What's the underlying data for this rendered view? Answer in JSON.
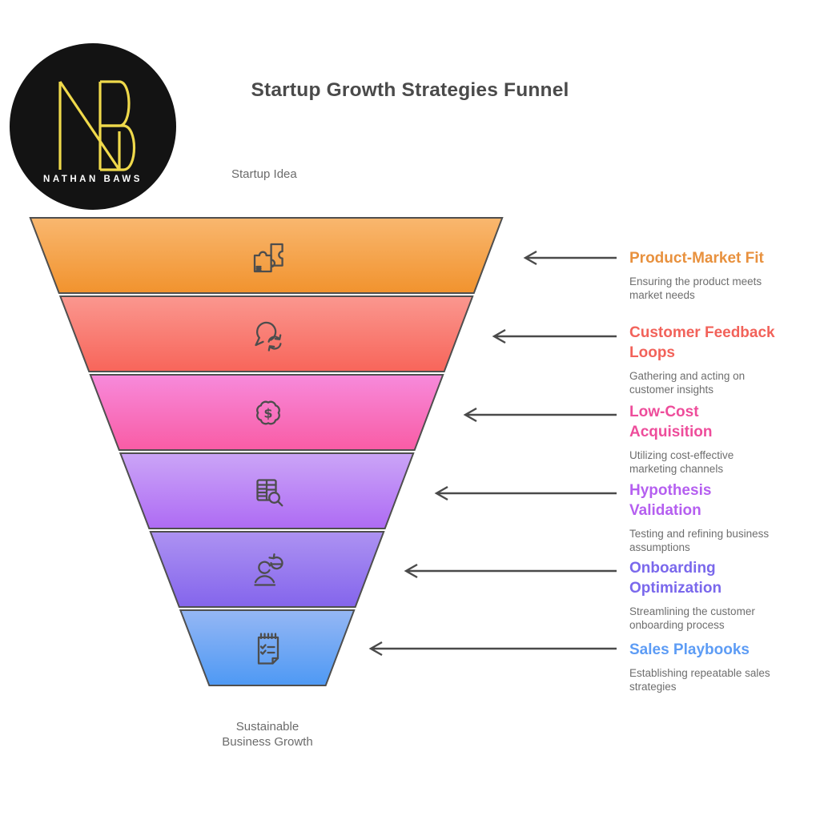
{
  "logo": {
    "monogram": "NB",
    "brand": "NATHAN BAWS"
  },
  "header": {
    "title": "Startup Growth Strategies Funnel"
  },
  "funnel": {
    "input_label": "Startup Idea",
    "output_label": "Sustainable Business Growth",
    "stages": [
      {
        "label": "Product-Market Fit",
        "description": "Ensuring the product meets market needs",
        "heading_color": "#E8913E",
        "gradient_top": "#F9B76F",
        "gradient_bottom": "#F1932E",
        "icon": "puzzle-icon"
      },
      {
        "label": "Customer Feedback Loops",
        "description": "Gathering and acting on customer insights",
        "heading_color": "#F2625A",
        "gradient_top": "#FA978F",
        "gradient_bottom": "#F8655A",
        "icon": "chat-sync-icon"
      },
      {
        "label": "Low-Cost Acquisition",
        "description": "Utilizing cost-effective marketing channels",
        "heading_color": "#EE4D9B",
        "gradient_top": "#F78ADB",
        "gradient_bottom": "#F95CA5",
        "icon": "dollar-badge-icon"
      },
      {
        "label": "Hypothesis Validation",
        "description": "Testing and refining business assumptions",
        "heading_color": "#B55FF0",
        "gradient_top": "#CBA5F7",
        "gradient_bottom": "#AE6BF4",
        "icon": "table-search-icon"
      },
      {
        "label": "Onboarding Optimization",
        "description": "Streamlining the customer onboarding process",
        "heading_color": "#7A68EC",
        "gradient_top": "#AD92F2",
        "gradient_bottom": "#8465EC",
        "icon": "user-sync-icon"
      },
      {
        "label": "Sales Playbooks",
        "description": "Establishing repeatable sales strategies",
        "heading_color": "#5D9CF5",
        "gradient_top": "#95B7F4",
        "gradient_bottom": "#4E99F4",
        "icon": "checklist-icon"
      }
    ]
  },
  "colors": {
    "background": "#FFFFFF",
    "funnel_outline": "#4F4F4F",
    "arrow": "#4A4A4A",
    "title_text": "#4A4A4A",
    "body_text": "#6E6E6E",
    "logo_background": "#131313",
    "logo_monogram": "#EFD94B",
    "logo_text": "#FFFFFF"
  }
}
